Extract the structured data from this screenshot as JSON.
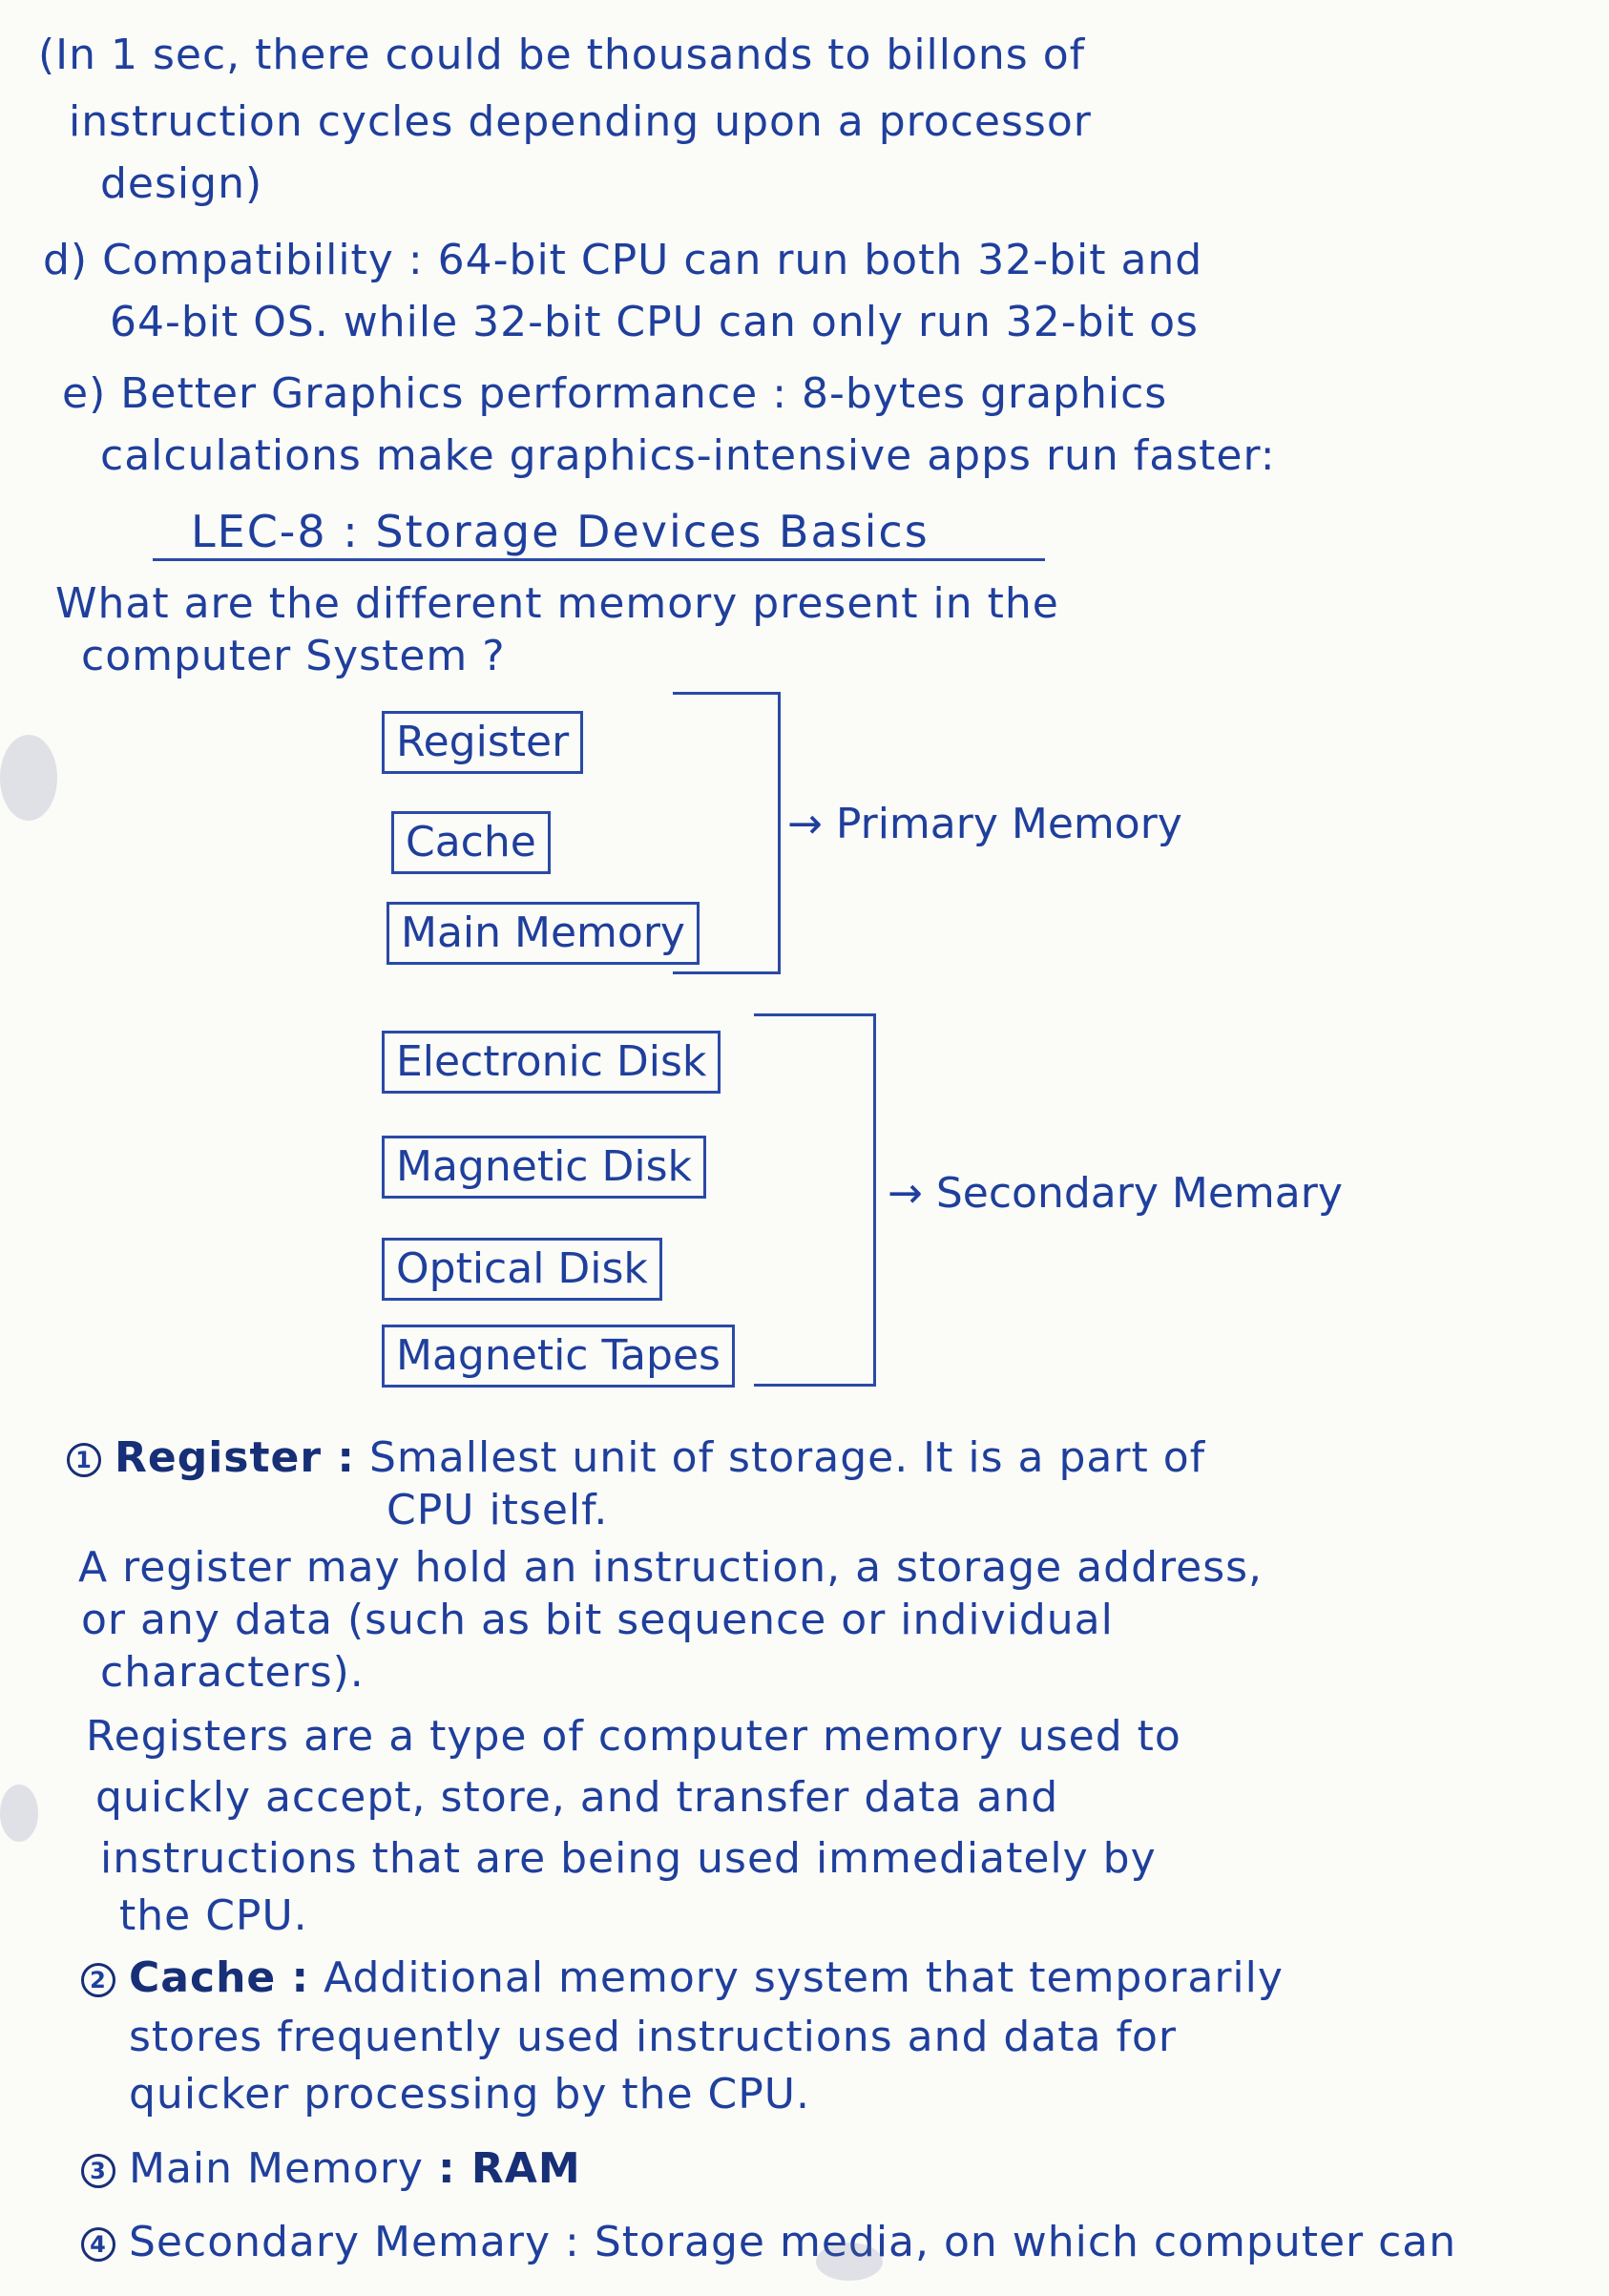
{
  "intro_lines": [
    "(In 1 sec, there could be thousands to billons of",
    "instruction cycles depending upon a processor",
    "design)"
  ],
  "compat": {
    "line1": "d) Compatibility : 64-bit CPU can run both 32-bit and",
    "line2": "64-bit OS. while 32-bit CPU can only run 32-bit os"
  },
  "graphics": {
    "line1": "e) Better Graphics performance : 8-bytes graphics",
    "line2": "calculations make graphics-intensive apps run faster:"
  },
  "lecture_title": "LEC-8 : Storage Devices Basics",
  "question": {
    "line1": "What are the different memory present in the",
    "line2": "computer System ?"
  },
  "primary_memory": {
    "items": [
      "Register",
      "Cache",
      "Main Memory"
    ],
    "label": "Primary Memory"
  },
  "secondary_memory": {
    "items": [
      "Electronic Disk",
      "Magnetic Disk",
      "Optical Disk",
      "Magnetic Tapes"
    ],
    "label": "Secondary Memary"
  },
  "register_section": {
    "number": "1",
    "term": "Register :",
    "def_line1": "Smallest unit of storage. It is a part of",
    "def_line2": "CPU itself.",
    "para1": [
      "A register may hold an instruction, a storage address,",
      "or any data (such as bit sequence or individual",
      "characters)."
    ],
    "para2": [
      "Registers are a type of computer memory used to",
      "quickly accept, store, and transfer data and",
      "instructions that are being used immediately by",
      "the CPU."
    ]
  },
  "cache_section": {
    "number": "2",
    "term": "Cache :",
    "line1": "Additional memory system that temporarily",
    "line2": "stores frequently used instructions and data for",
    "line3": "quicker processing by the CPU."
  },
  "main_memory_section": {
    "number": "3",
    "term": "Main Memory",
    "value": ": RAM"
  },
  "secondary_section": {
    "number": "4",
    "term": "Secondary Memary :",
    "line1": "Storage media, on which computer can"
  }
}
